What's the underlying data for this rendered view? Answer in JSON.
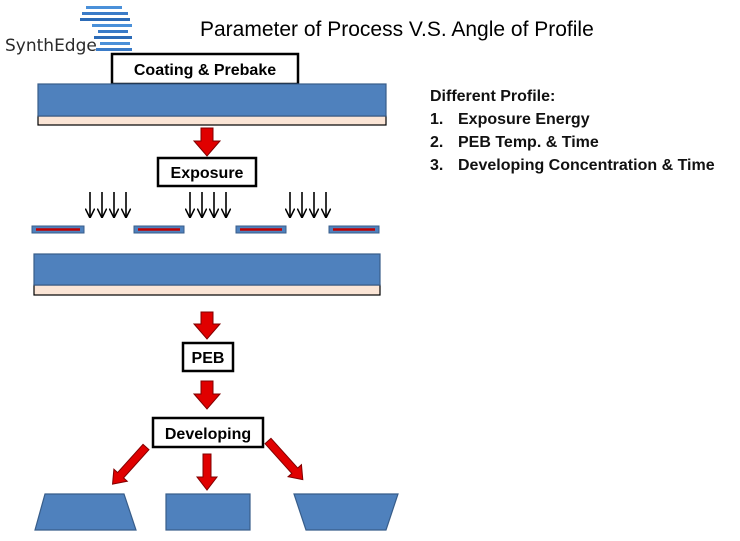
{
  "logo": {
    "text": "SynthEdge"
  },
  "title": "Parameter of Process V.S. Angle of Profile",
  "steps": {
    "coating": "Coating & Prebake",
    "exposure": "Exposure",
    "peb": "PEB",
    "developing": "Developing"
  },
  "profile_list": {
    "heading": "Different Profile:",
    "items": [
      {
        "num": "1.",
        "text": "Exposure Energy"
      },
      {
        "num": "2.",
        "text": "PEB Temp. & Time"
      },
      {
        "num": "3.",
        "text": "Developing Concentration & Time"
      }
    ]
  },
  "colors": {
    "wafer": "#4f81bd",
    "wafer_stroke": "#385d8a",
    "substrate": "#fbe5d6",
    "arrow_red": "#e00000",
    "mask_line": "#c00000"
  }
}
